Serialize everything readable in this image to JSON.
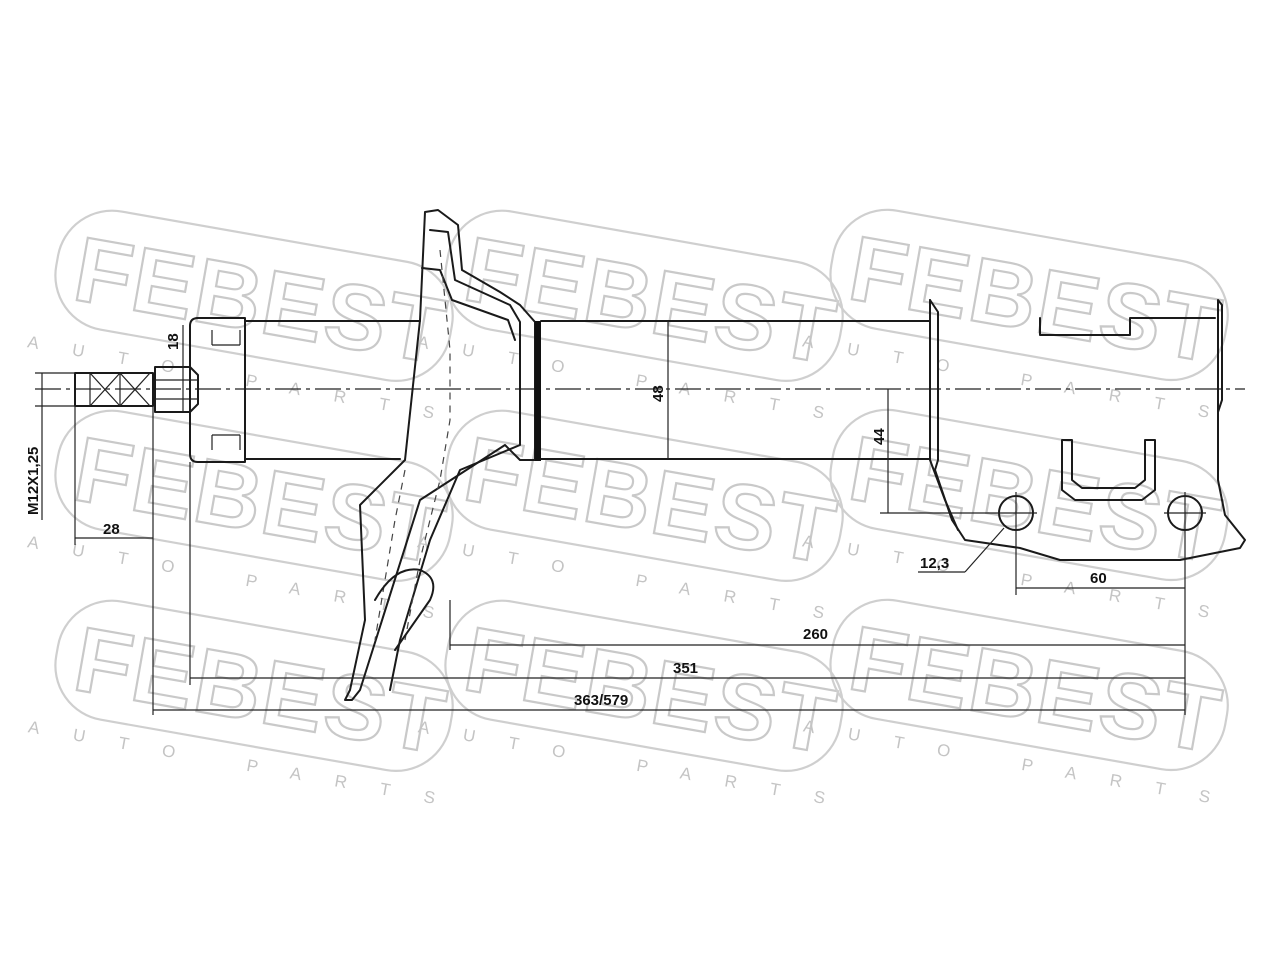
{
  "watermark": {
    "brand": "FEBEST",
    "tagline": "AUTO PARTS",
    "color": "#c9c9c9"
  },
  "dimensions": {
    "thread": "M12X1,25",
    "nut_width": "18",
    "stud_length": "28",
    "body_diameter": "48",
    "center_to_hole": "44",
    "hole_diameter": "12,3",
    "hole_spacing": "60",
    "spring_seat_to_hole": "260",
    "body_to_hole": "351",
    "overall_length": "363/579"
  },
  "colors": {
    "line": "#1a1a1a",
    "background": "#ffffff"
  }
}
